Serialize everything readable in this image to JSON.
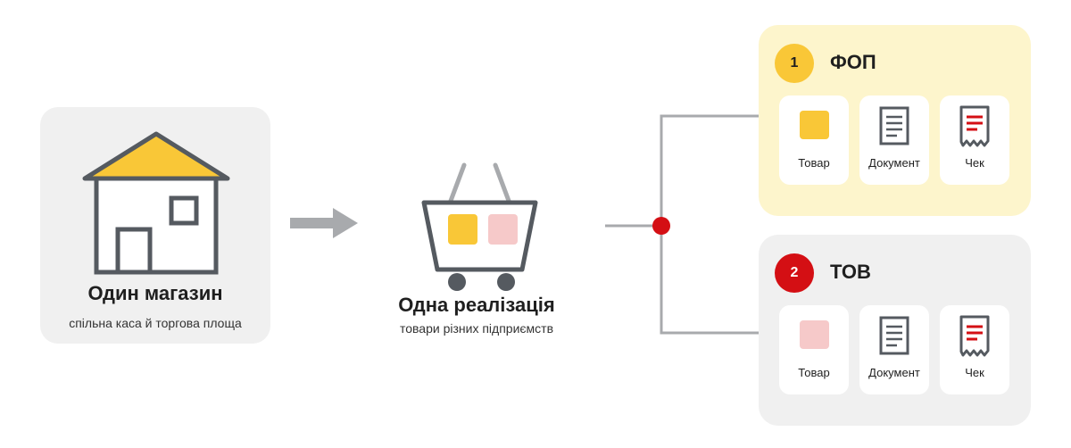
{
  "store": {
    "title": "Один магазин",
    "subtitle": "спільна каса й торгова площа"
  },
  "basket": {
    "title": "Одна реалізація",
    "subtitle": "товари різних підприємств"
  },
  "entities": [
    {
      "number": "1",
      "name": "ФОП",
      "cards": [
        {
          "label": "Товар",
          "icon": "goods-square-icon"
        },
        {
          "label": "Документ",
          "icon": "document-icon"
        },
        {
          "label": "Чек",
          "icon": "receipt-icon"
        }
      ]
    },
    {
      "number": "2",
      "name": "ТОВ",
      "cards": [
        {
          "label": "Товар",
          "icon": "goods-square-icon"
        },
        {
          "label": "Документ",
          "icon": "document-icon"
        },
        {
          "label": "Чек",
          "icon": "receipt-icon"
        }
      ]
    }
  ],
  "colors": {
    "yellow": "#f9c737",
    "pink": "#f6c9c9",
    "red": "#d40f14",
    "dark": "#555a60",
    "line": "#a8aaad"
  }
}
